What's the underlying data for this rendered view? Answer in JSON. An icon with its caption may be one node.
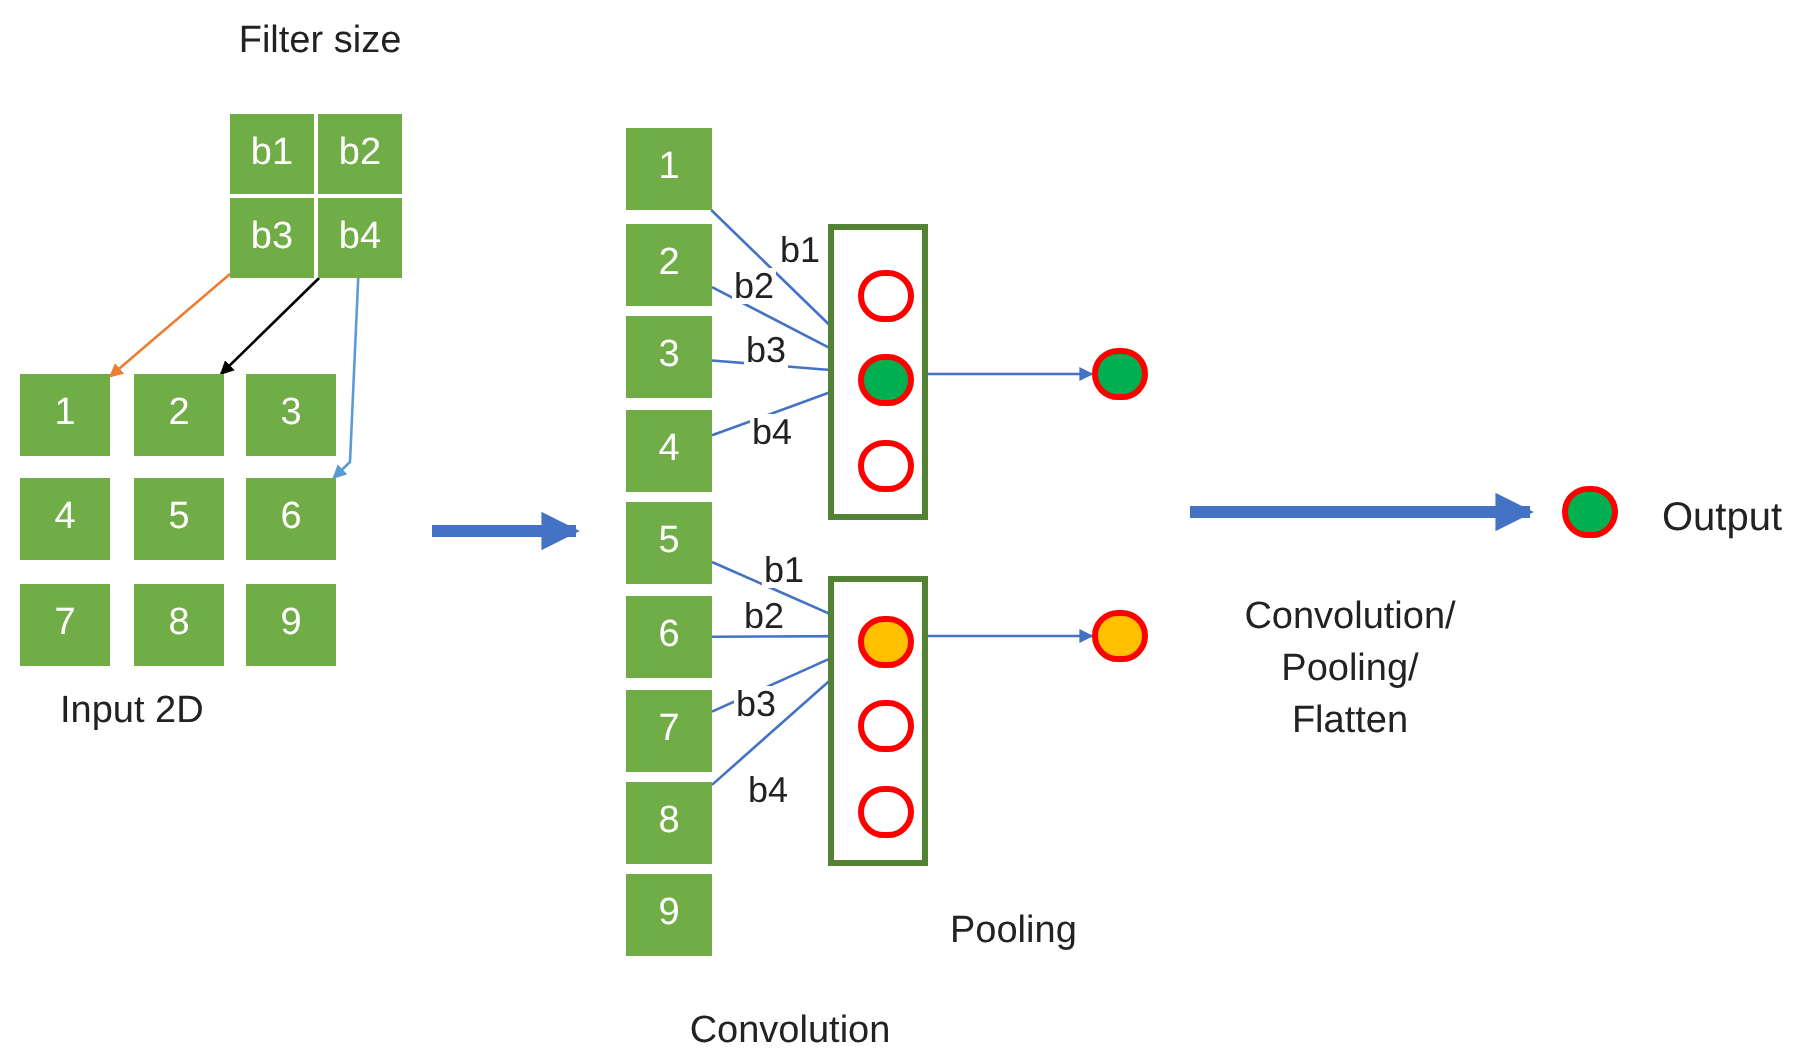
{
  "diagram": {
    "nodes": [
      {
        "text": [
          "b1"
        ]
      },
      {
        "text": [
          "b2"
        ]
      },
      {
        "text": [
          "b3"
        ]
      },
      {
        "text": [
          "b4"
        ]
      },
      {
        "text": [
          "1"
        ]
      },
      {
        "text": [
          "2"
        ]
      },
      {
        "text": [
          "3"
        ]
      },
      {
        "text": [
          "4"
        ]
      },
      {
        "text": [
          "5"
        ]
      },
      {
        "text": [
          "6"
        ]
      },
      {
        "text": [
          "7"
        ]
      },
      {
        "text": [
          "8"
        ]
      },
      {
        "text": [
          "9"
        ]
      },
      {
        "text": [
          "1"
        ]
      },
      {
        "text": [
          "2"
        ]
      },
      {
        "text": [
          "3"
        ]
      },
      {
        "text": [
          "4"
        ]
      },
      {
        "text": [
          "5"
        ]
      },
      {
        "text": [
          "6"
        ]
      },
      {
        "text": [
          "7"
        ]
      },
      {
        "text": [
          "8"
        ]
      },
      {
        "text": [
          "9"
        ]
      },
      {
        "text": [],
        "shape": "box"
      },
      {
        "text": [],
        "shape": "circle",
        "in": 22
      },
      {
        "text": [],
        "shape": "circle",
        "in": 22
      },
      {
        "text": [],
        "shape": "circle",
        "in": 22
      },
      {
        "text": [],
        "shape": "box"
      },
      {
        "text": [],
        "shape": "circle",
        "in": 26
      },
      {
        "text": [],
        "shape": "circle",
        "in": 26
      },
      {
        "text": [],
        "shape": "circle",
        "in": 26
      },
      {
        "text": [],
        "shape": "circle"
      },
      {
        "text": [],
        "shape": "circle"
      },
      {
        "text": [],
        "shape": "circle",
        "beside": [
          "Output"
        ]
      }
    ],
    "edges": [
      {
        "from": 2,
        "to": 4,
        "arrow": "to",
        "color": "#ed7d31"
      },
      {
        "from": 3,
        "to": 5,
        "arrow": "to",
        "color": "#000000"
      },
      {
        "from": 3,
        "to": 9,
        "arrow": "to",
        "color": "#5b9bd5"
      },
      {
        "from": 13,
        "to": 24,
        "arrow": "to",
        "label": "b1"
      },
      {
        "from": 14,
        "to": 24,
        "arrow": "to",
        "label": "b2"
      },
      {
        "from": 15,
        "to": 24,
        "arrow": "to",
        "label": "b3"
      },
      {
        "from": 16,
        "to": 24,
        "arrow": "to",
        "label": "b4"
      },
      {
        "from": 24,
        "to": 30,
        "arrow": "to"
      },
      {
        "from": 17,
        "to": 27,
        "arrow": "to",
        "label": "b1"
      },
      {
        "from": 18,
        "to": 27,
        "arrow": "to",
        "label": "b2"
      },
      {
        "from": 19,
        "to": 27,
        "arrow": "to",
        "label": "b3"
      },
      {
        "from": 20,
        "to": 27,
        "arrow": "to",
        "label": "b4"
      },
      {
        "from": 27,
        "to": 31,
        "arrow": "to"
      },
      {
        "from": 9,
        "to": 17,
        "arrow": "to",
        "style": "thick"
      },
      {
        "from": null,
        "to": 32,
        "arrow": "to",
        "style": "thick"
      }
    ],
    "labels": [
      "Filter size",
      "Input 2D",
      "Convolution",
      "Pooling",
      "Convolution/ Pooling/ Flatten"
    ]
  }
}
